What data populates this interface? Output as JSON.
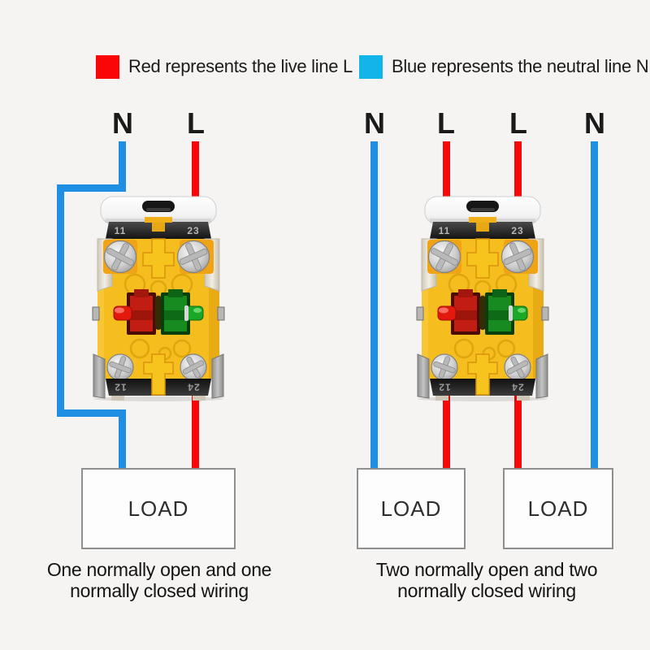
{
  "colors": {
    "background": "#f5f4f2",
    "live_line_red": "#f70808",
    "neutral_line_blue": "#1e8fe2",
    "legend_red": "#fa0508",
    "legend_blue": "#12b5ea",
    "switch_body_yellow": "#f5bd1e"
  },
  "legend": {
    "red_text": "Red represents the live line L",
    "blue_text": "Blue represents the neutral line N"
  },
  "left_diagram": {
    "top_labels": [
      "N",
      "L"
    ],
    "load_label": "LOAD",
    "caption": [
      "One normally open and one",
      "normally closed wiring"
    ]
  },
  "right_diagram": {
    "top_labels": [
      "N",
      "L",
      "L",
      "N"
    ],
    "load_labels": [
      "LOAD",
      "LOAD"
    ],
    "caption": [
      "Two normally open and two",
      "normally closed wiring"
    ]
  },
  "switch_terminals": {
    "top_left": "11",
    "top_right": "23",
    "bottom_left": "12",
    "bottom_right": "24"
  }
}
